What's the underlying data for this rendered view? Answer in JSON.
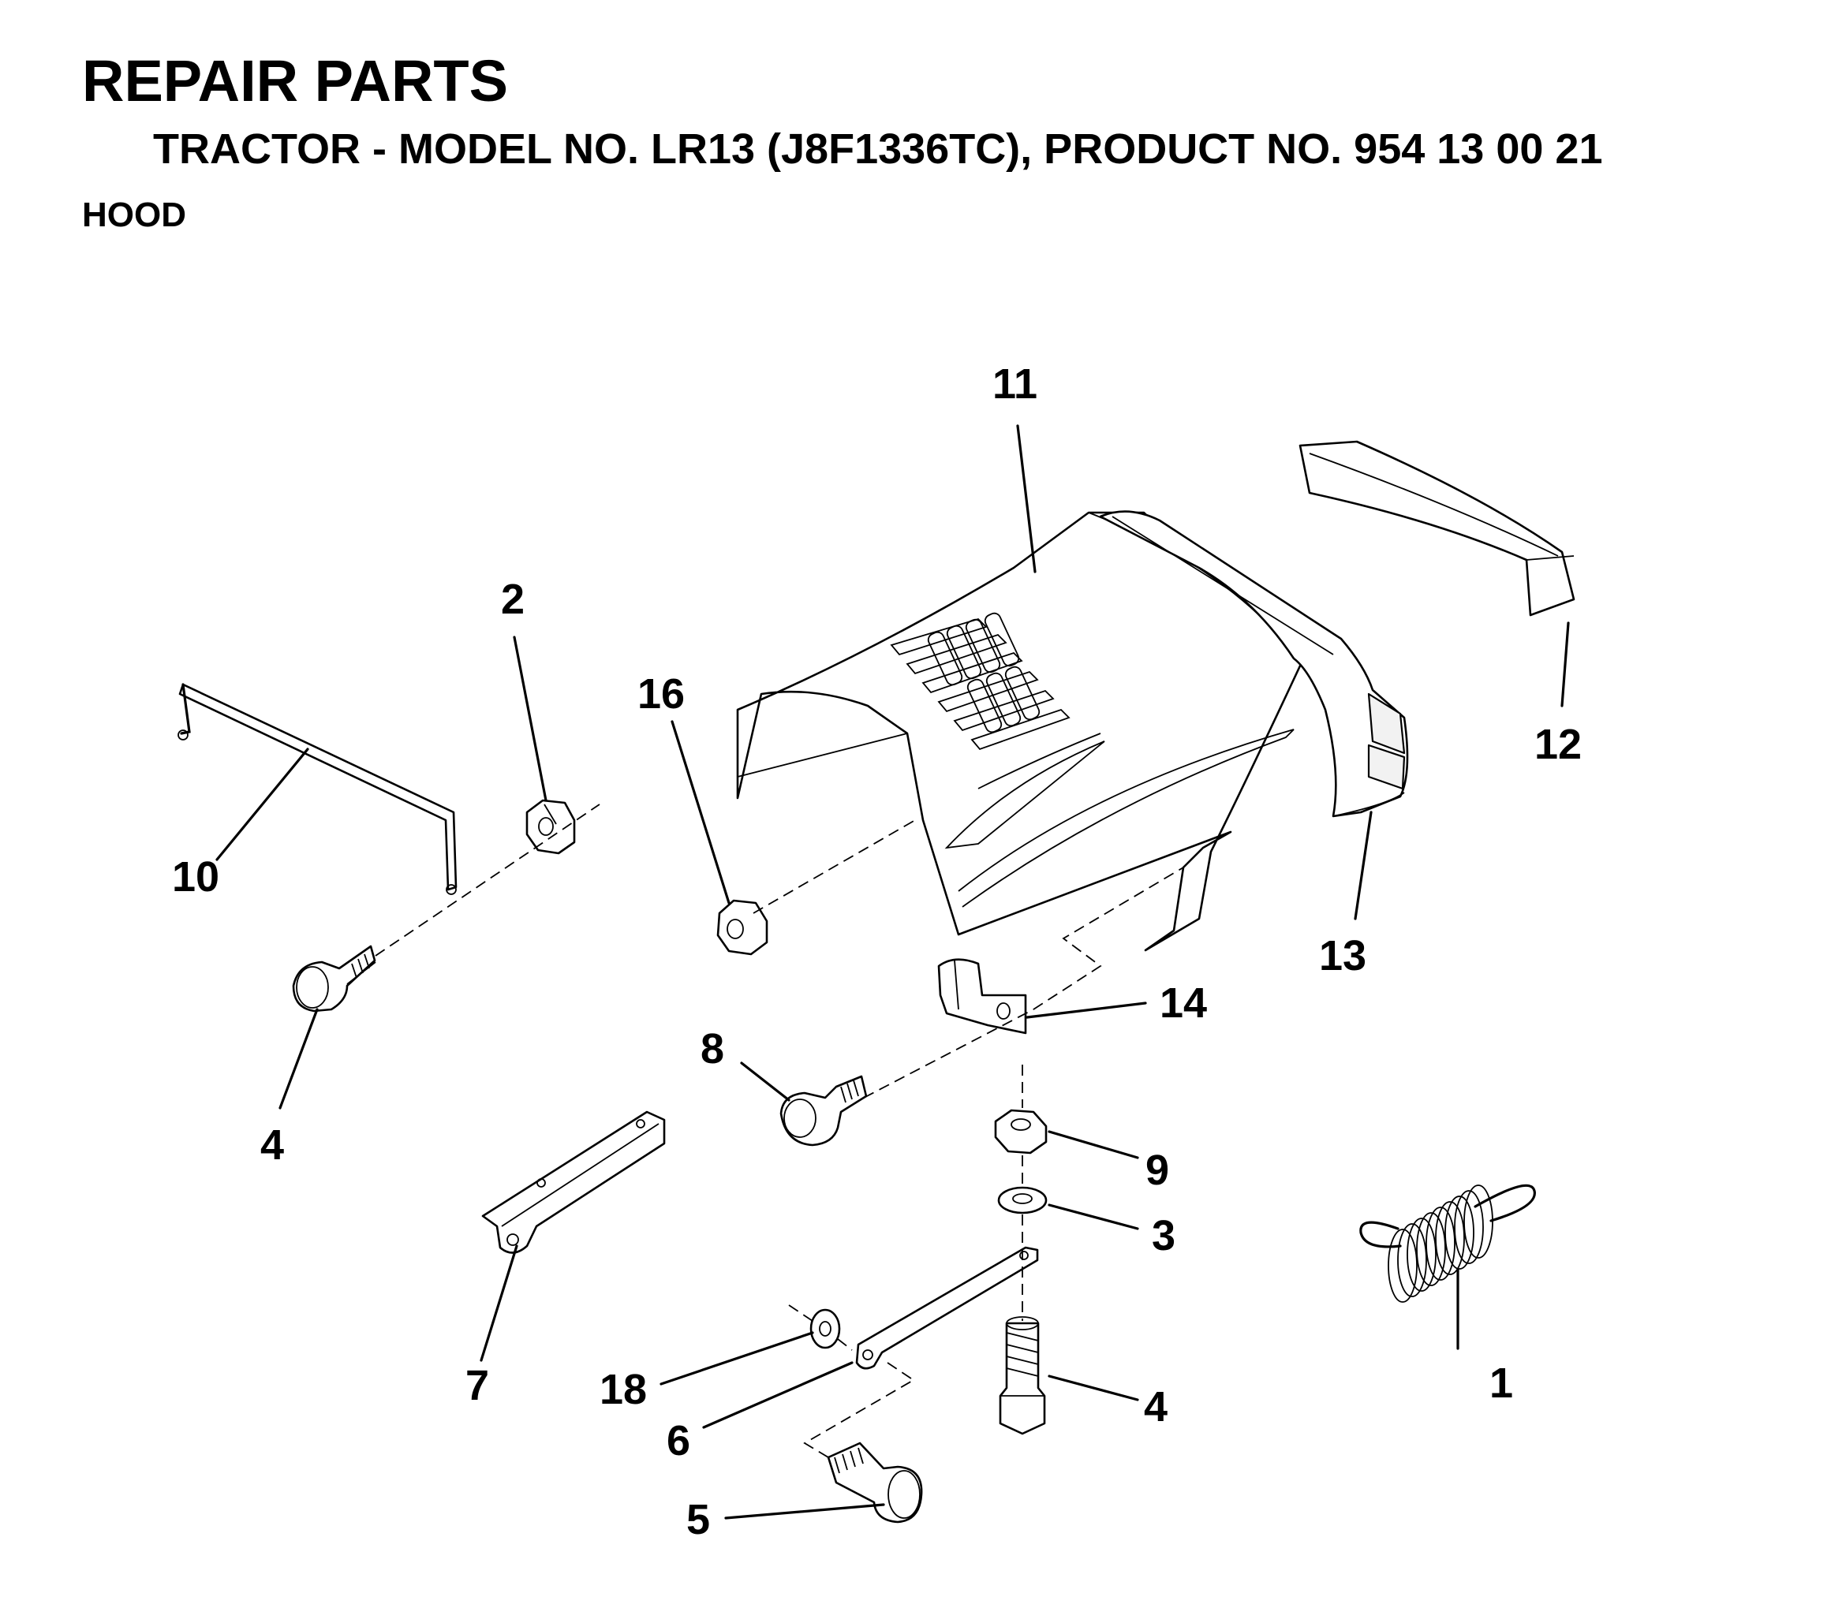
{
  "header": {
    "title": "REPAIR PARTS",
    "subtitle": "TRACTOR - MODEL NO. LR13 (J8F1336TC), PRODUCT NO. 954 13 00 21",
    "section": "HOOD"
  },
  "callouts": {
    "c1": "1",
    "c2": "2",
    "c3": "3",
    "c4a": "4",
    "c4b": "4",
    "c5": "5",
    "c6": "6",
    "c7": "7",
    "c8": "8",
    "c9": "9",
    "c10": "10",
    "c11": "11",
    "c12": "12",
    "c13": "13",
    "c14": "14",
    "c16": "16",
    "c18": "18"
  },
  "parts": [
    {
      "ref": "1",
      "name": "extension-spring"
    },
    {
      "ref": "2",
      "name": "nut"
    },
    {
      "ref": "3",
      "name": "washer"
    },
    {
      "ref": "4",
      "name": "bolt"
    },
    {
      "ref": "5",
      "name": "shoulder-bolt"
    },
    {
      "ref": "6",
      "name": "link-bar"
    },
    {
      "ref": "7",
      "name": "hood-bracket"
    },
    {
      "ref": "8",
      "name": "flange-bolt"
    },
    {
      "ref": "9",
      "name": "hex-nut"
    },
    {
      "ref": "10",
      "name": "hood-rod"
    },
    {
      "ref": "11",
      "name": "hood"
    },
    {
      "ref": "12",
      "name": "grille-insert"
    },
    {
      "ref": "13",
      "name": "grille"
    },
    {
      "ref": "14",
      "name": "clip"
    },
    {
      "ref": "16",
      "name": "nut"
    },
    {
      "ref": "18",
      "name": "washer"
    }
  ]
}
